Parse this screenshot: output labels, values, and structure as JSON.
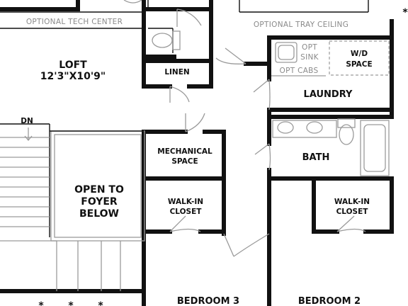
{
  "rooms": {
    "tech_center": "OPTIONAL TECH CENTER",
    "tray_ceiling": "OPTIONAL TRAY CEILING",
    "loft_name": "LOFT",
    "loft_size": "12'3\"X10'9\"",
    "linen": "LINEN",
    "opt_sink_1": "OPT",
    "opt_sink_2": "SINK",
    "opt_cabs": "OPT CABS",
    "wd_1": "W/D",
    "wd_2": "SPACE",
    "laundry": "LAUNDRY",
    "dn": "DN",
    "mechanical_1": "MECHANICAL",
    "mechanical_2": "SPACE",
    "bath": "BATH",
    "open_1": "OPEN TO",
    "open_2": "FOYER",
    "open_3": "BELOW",
    "walkin_a_1": "WALK-IN",
    "walkin_a_2": "CLOSET",
    "walkin_b_1": "WALK-IN",
    "walkin_b_2": "CLOSET",
    "bedroom3": "BEDROOM 3",
    "bedroom2": "BEDROOM 2",
    "star": "*"
  }
}
